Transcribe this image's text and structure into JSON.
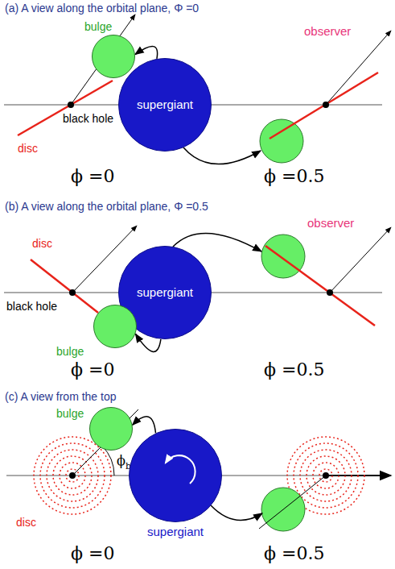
{
  "diagram": {
    "nodes": [
      {
        "text": [
          "supergiant"
        ]
      },
      {
        "text": [
          "bulge"
        ]
      },
      {
        "text": [
          "supergiant"
        ]
      },
      {
        "text": [
          "bulge"
        ]
      },
      {
        "text": [
          "supergiant"
        ]
      },
      {
        "text": [
          "bulge"
        ]
      }
    ],
    "edges": [
      {
        "from": 0,
        "to": 1,
        "arrow": "to"
      },
      {
        "from": 2,
        "to": 3,
        "arrow": "to"
      },
      {
        "from": 4,
        "to": 5,
        "arrow": "to"
      }
    ],
    "labels": [
      "(a) A view along the orbital plane, Φ =0",
      "observer",
      "black hole",
      "disc",
      "ϕ =0",
      "ϕ =0.5",
      "(b) A view along the orbital plane, Φ =0.5",
      "observer",
      "disc",
      "black hole",
      "ϕ =0",
      "ϕ =0.5",
      "(c) A view from the top",
      "disc",
      "ϕ",
      "b",
      "ϕ =0",
      "ϕ =0.5"
    ]
  }
}
